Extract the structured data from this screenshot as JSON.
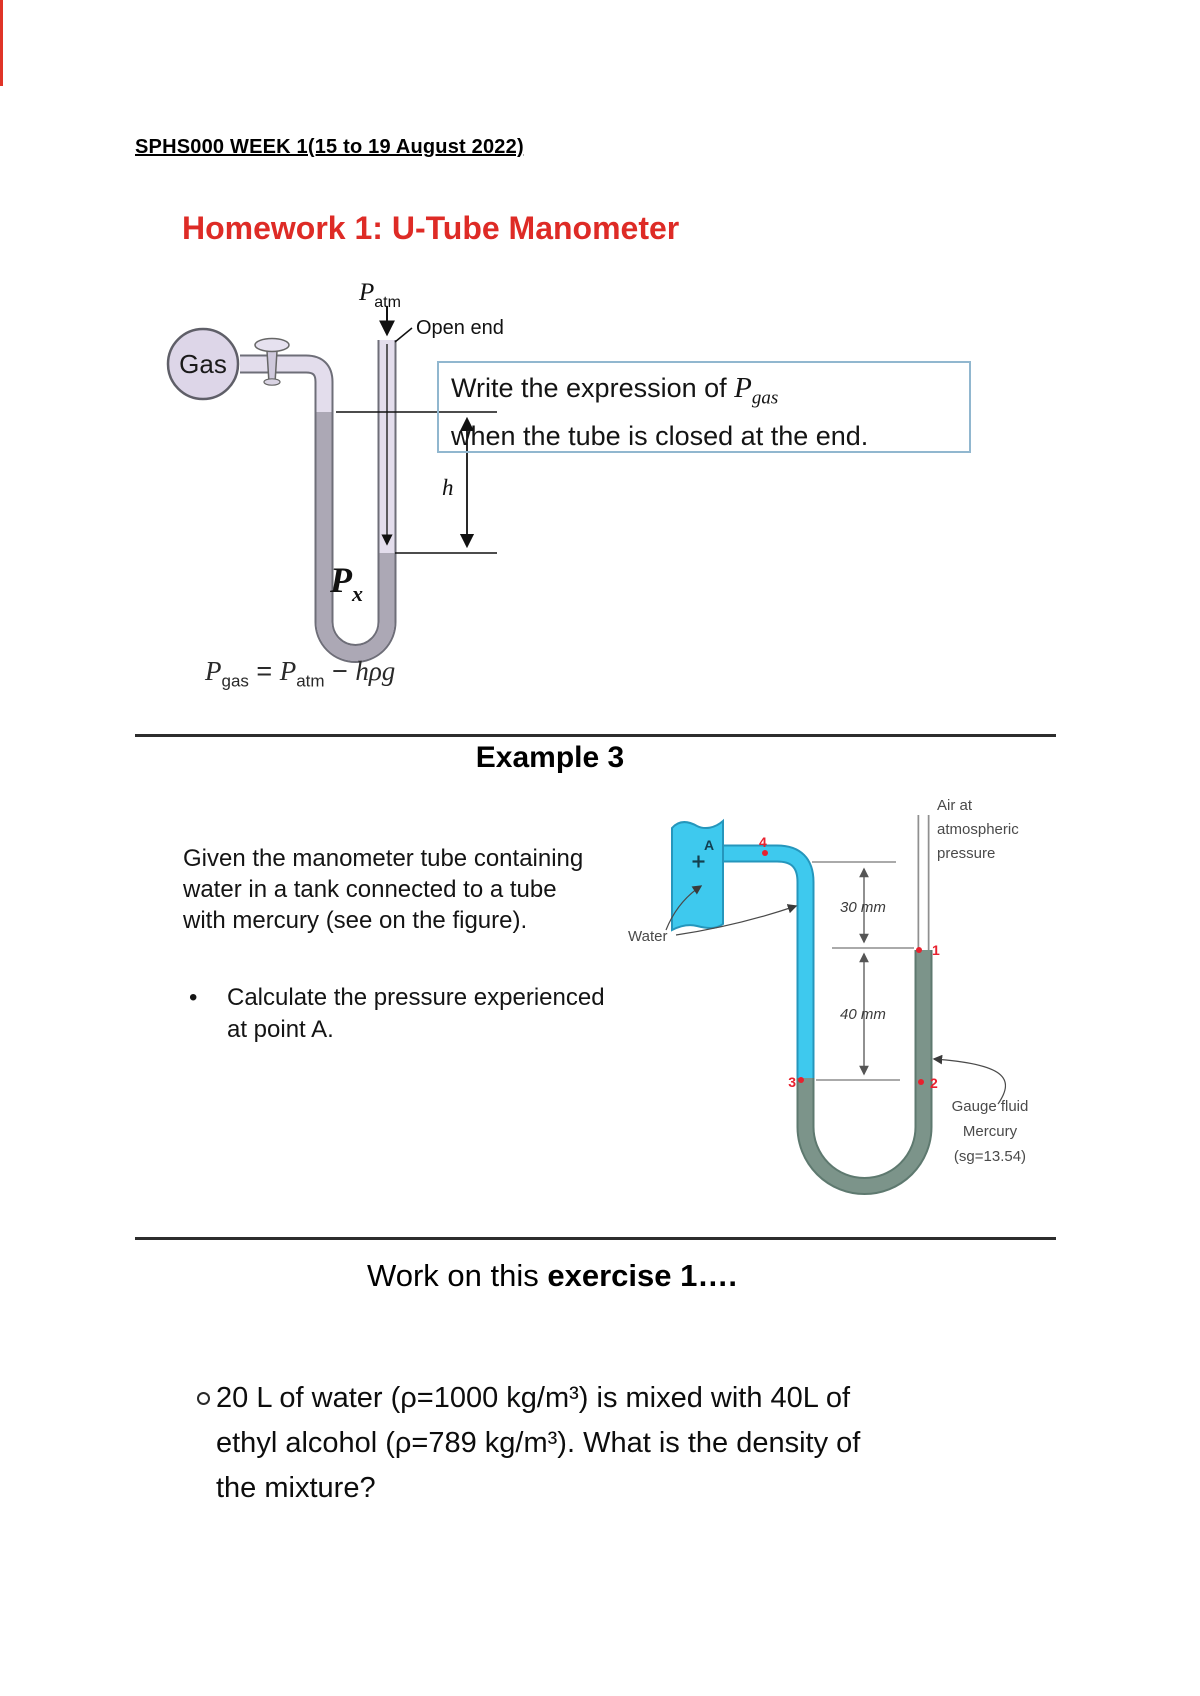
{
  "colors": {
    "title_red": "#DE2B26",
    "question_box_border": "#91B7CF",
    "water_cyan": "#3EC9EE",
    "water_outline": "#2596BC",
    "mercury_gray_green": "#7C948A",
    "marker_red": "#E8212E",
    "glass_lavender": "#E3DDEC",
    "mercury_gray": "#ACA8B5"
  },
  "header": {
    "title": "SPHS000 WEEK 1(15 to 19 August 2022)"
  },
  "homework": {
    "title": "Homework 1: U-Tube Manometer",
    "diagram": {
      "gas": "Gas",
      "p_atm": "P",
      "p_atm_sub": "atm",
      "open_end": "Open end",
      "h": "h",
      "p_x": "P",
      "p_x_sub": "x"
    },
    "question_box": {
      "line1_pre": "Write the expression of ",
      "p": "P",
      "p_sub": "gas",
      "line2": "when the tube is closed at the end."
    },
    "formula": {
      "lhs": "P",
      "lhs_sub": "gas",
      "eq": " = ",
      "rhs_p": "P",
      "rhs_p_sub": "atm",
      "minus": " − ",
      "rhs_tail": "hρg"
    }
  },
  "example3": {
    "title": "Example 3",
    "description_lines": [
      "Given the manometer tube containing",
      "water in a tank connected to a tube",
      "with mercury (see on the figure)."
    ],
    "bullet_marker": "•",
    "bullet_lines": [
      "Calculate the pressure experienced",
      "at point A."
    ],
    "diagram": {
      "air_lines": [
        "Air at",
        "atmospheric",
        "pressure"
      ],
      "water": "Water",
      "dim_top": "30 mm",
      "dim_bottom": "40 mm",
      "gauge_lines": [
        "Gauge fluid",
        "Mercury",
        "(sg=13.54)"
      ],
      "point_a": "A",
      "p1": "1",
      "p2": "2",
      "p3": "3",
      "p4": "4"
    }
  },
  "exercise": {
    "heading_normal": "Work on this ",
    "heading_bold": "exercise 1….",
    "item_lines": [
      "20 L of water (ρ=1000 kg/m³) is mixed with 40L of",
      "ethyl alcohol (ρ=789 kg/m³). What is the density of",
      "the mixture?"
    ]
  }
}
